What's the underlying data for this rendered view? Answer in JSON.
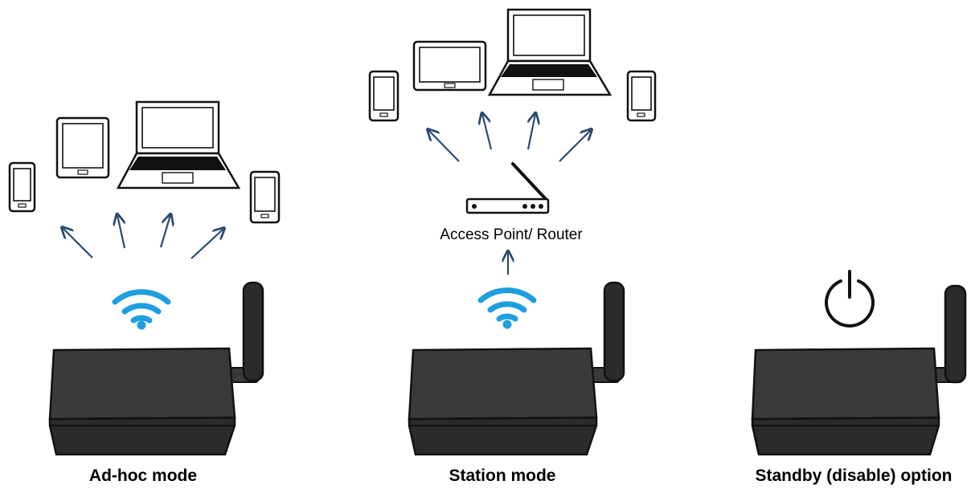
{
  "colors": {
    "arrow": "#2a4b73",
    "wifi": "#1e9fe0",
    "device_body": "#2b2b2b",
    "device_top": "#3a3a3a",
    "outline": "#111111"
  },
  "panels": [
    {
      "caption": "Ad-hoc mode",
      "status_icon": "wifi-icon"
    },
    {
      "caption": "Station mode",
      "status_icon": "wifi-icon",
      "relay_label": "Access Point/ Router",
      "relay_icon": "router-icon"
    },
    {
      "caption": "Standby (disable) option",
      "status_icon": "power-icon"
    }
  ],
  "client_devices": [
    "phone-icon",
    "tablet-icon",
    "laptop-icon",
    "phone-icon"
  ]
}
